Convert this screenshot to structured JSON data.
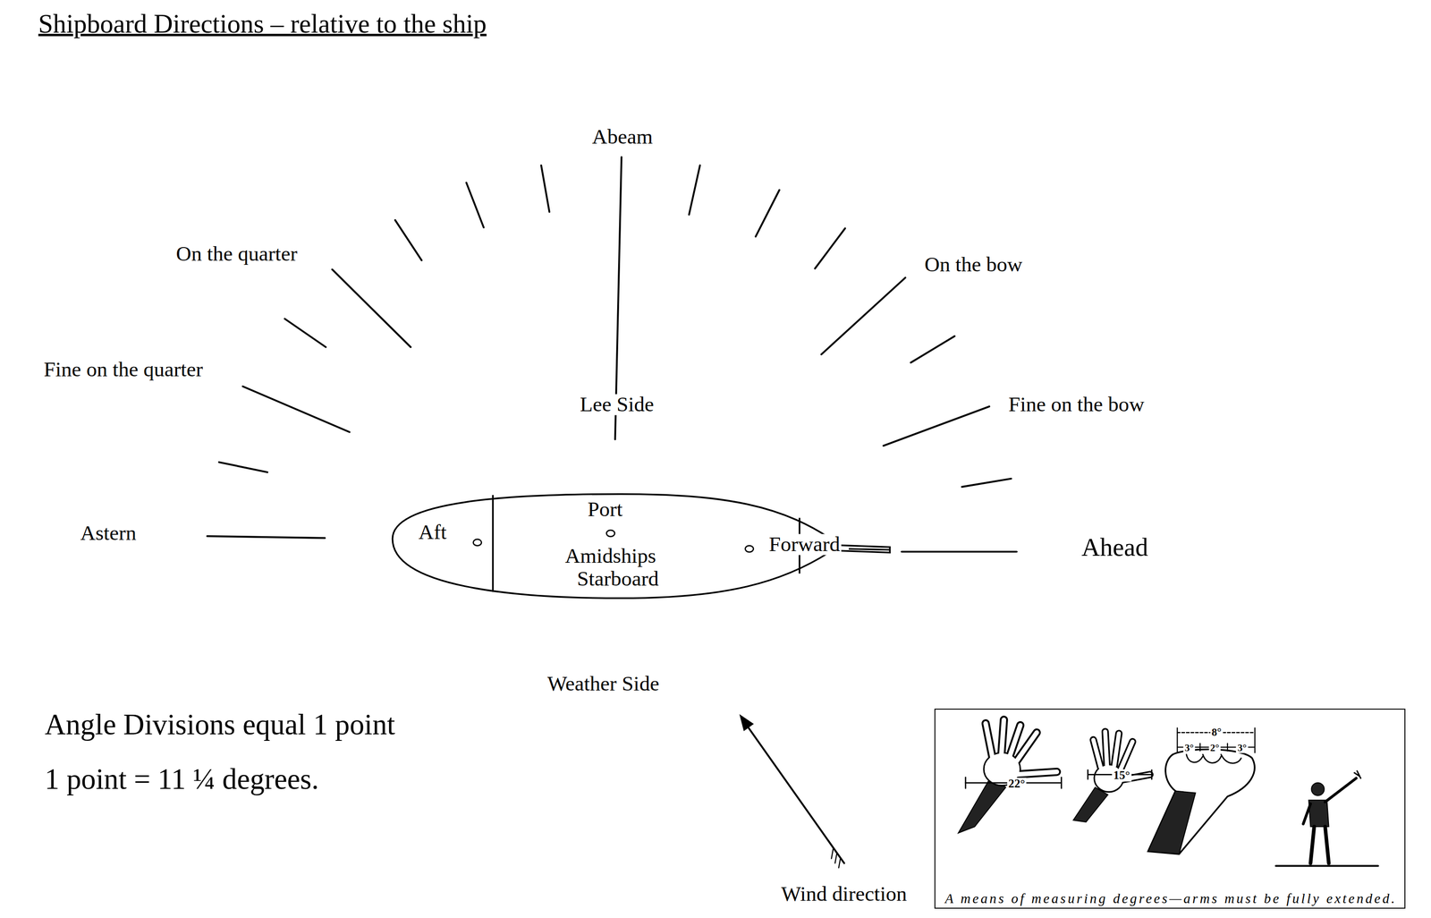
{
  "diagram": {
    "title": "Shipboard Directions – relative to the ship",
    "nodes": [
      {
        "text": [
          "Aft",
          "Port",
          "Amidships",
          "Starboard",
          "Forward"
        ]
      },
      {
        "text": [
          "22°",
          "15°",
          "8°",
          "3°",
          "2°",
          "3°",
          "A means of measuring degrees—arms must be fully extended."
        ]
      }
    ],
    "labels": [
      "Abeam",
      "On the quarter",
      "On the bow",
      "Fine on the quarter",
      "Lee Side",
      "Fine on the bow",
      "Astern",
      "Ahead",
      "Weather Side",
      "Angle Divisions equal 1 point",
      "1 point = 11 ¼ degrees.",
      "Wind direction"
    ]
  }
}
